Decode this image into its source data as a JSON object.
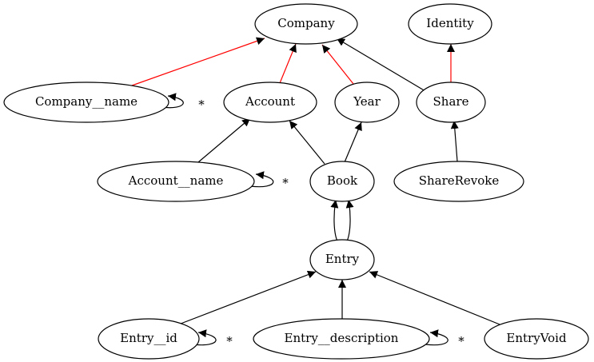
{
  "diagram": {
    "colors": {
      "black_edge": "#000000",
      "red_edge": "#ff0000"
    },
    "nodes": [
      {
        "id": "company",
        "label": "Company"
      },
      {
        "id": "identity",
        "label": "Identity"
      },
      {
        "id": "company-name",
        "label": "Company__name"
      },
      {
        "id": "account",
        "label": "Account"
      },
      {
        "id": "year",
        "label": "Year"
      },
      {
        "id": "share",
        "label": "Share"
      },
      {
        "id": "account-name",
        "label": "Account__name"
      },
      {
        "id": "book",
        "label": "Book"
      },
      {
        "id": "share-revoke",
        "label": "ShareRevoke"
      },
      {
        "id": "entry",
        "label": "Entry"
      },
      {
        "id": "entry-id",
        "label": "Entry__id"
      },
      {
        "id": "entry-description",
        "label": "Entry__description"
      },
      {
        "id": "entry-void",
        "label": "EntryVoid"
      }
    ],
    "edges": [
      {
        "from": "Company__name",
        "to": "Company",
        "color": "red"
      },
      {
        "from": "Account",
        "to": "Company",
        "color": "red"
      },
      {
        "from": "Year",
        "to": "Company",
        "color": "red"
      },
      {
        "from": "Share",
        "to": "Company",
        "color": "black"
      },
      {
        "from": "Share",
        "to": "Identity",
        "color": "red"
      },
      {
        "from": "Company__name",
        "to": "Company__name",
        "color": "black",
        "label": "*"
      },
      {
        "from": "Account__name",
        "to": "Account",
        "color": "black"
      },
      {
        "from": "Account__name",
        "to": "Account__name",
        "color": "black",
        "label": "*"
      },
      {
        "from": "Book",
        "to": "Account",
        "color": "black"
      },
      {
        "from": "Book",
        "to": "Year",
        "color": "black"
      },
      {
        "from": "ShareRevoke",
        "to": "Share",
        "color": "black"
      },
      {
        "from": "Entry",
        "to": "Book",
        "color": "black"
      },
      {
        "from": "Entry",
        "to": "Book",
        "color": "black"
      },
      {
        "from": "Entry__id",
        "to": "Entry",
        "color": "black"
      },
      {
        "from": "Entry__id",
        "to": "Entry__id",
        "color": "black",
        "label": "*"
      },
      {
        "from": "Entry__description",
        "to": "Entry",
        "color": "black"
      },
      {
        "from": "Entry__description",
        "to": "Entry__description",
        "color": "black",
        "label": "*"
      },
      {
        "from": "EntryVoid",
        "to": "Entry",
        "color": "black"
      }
    ]
  }
}
